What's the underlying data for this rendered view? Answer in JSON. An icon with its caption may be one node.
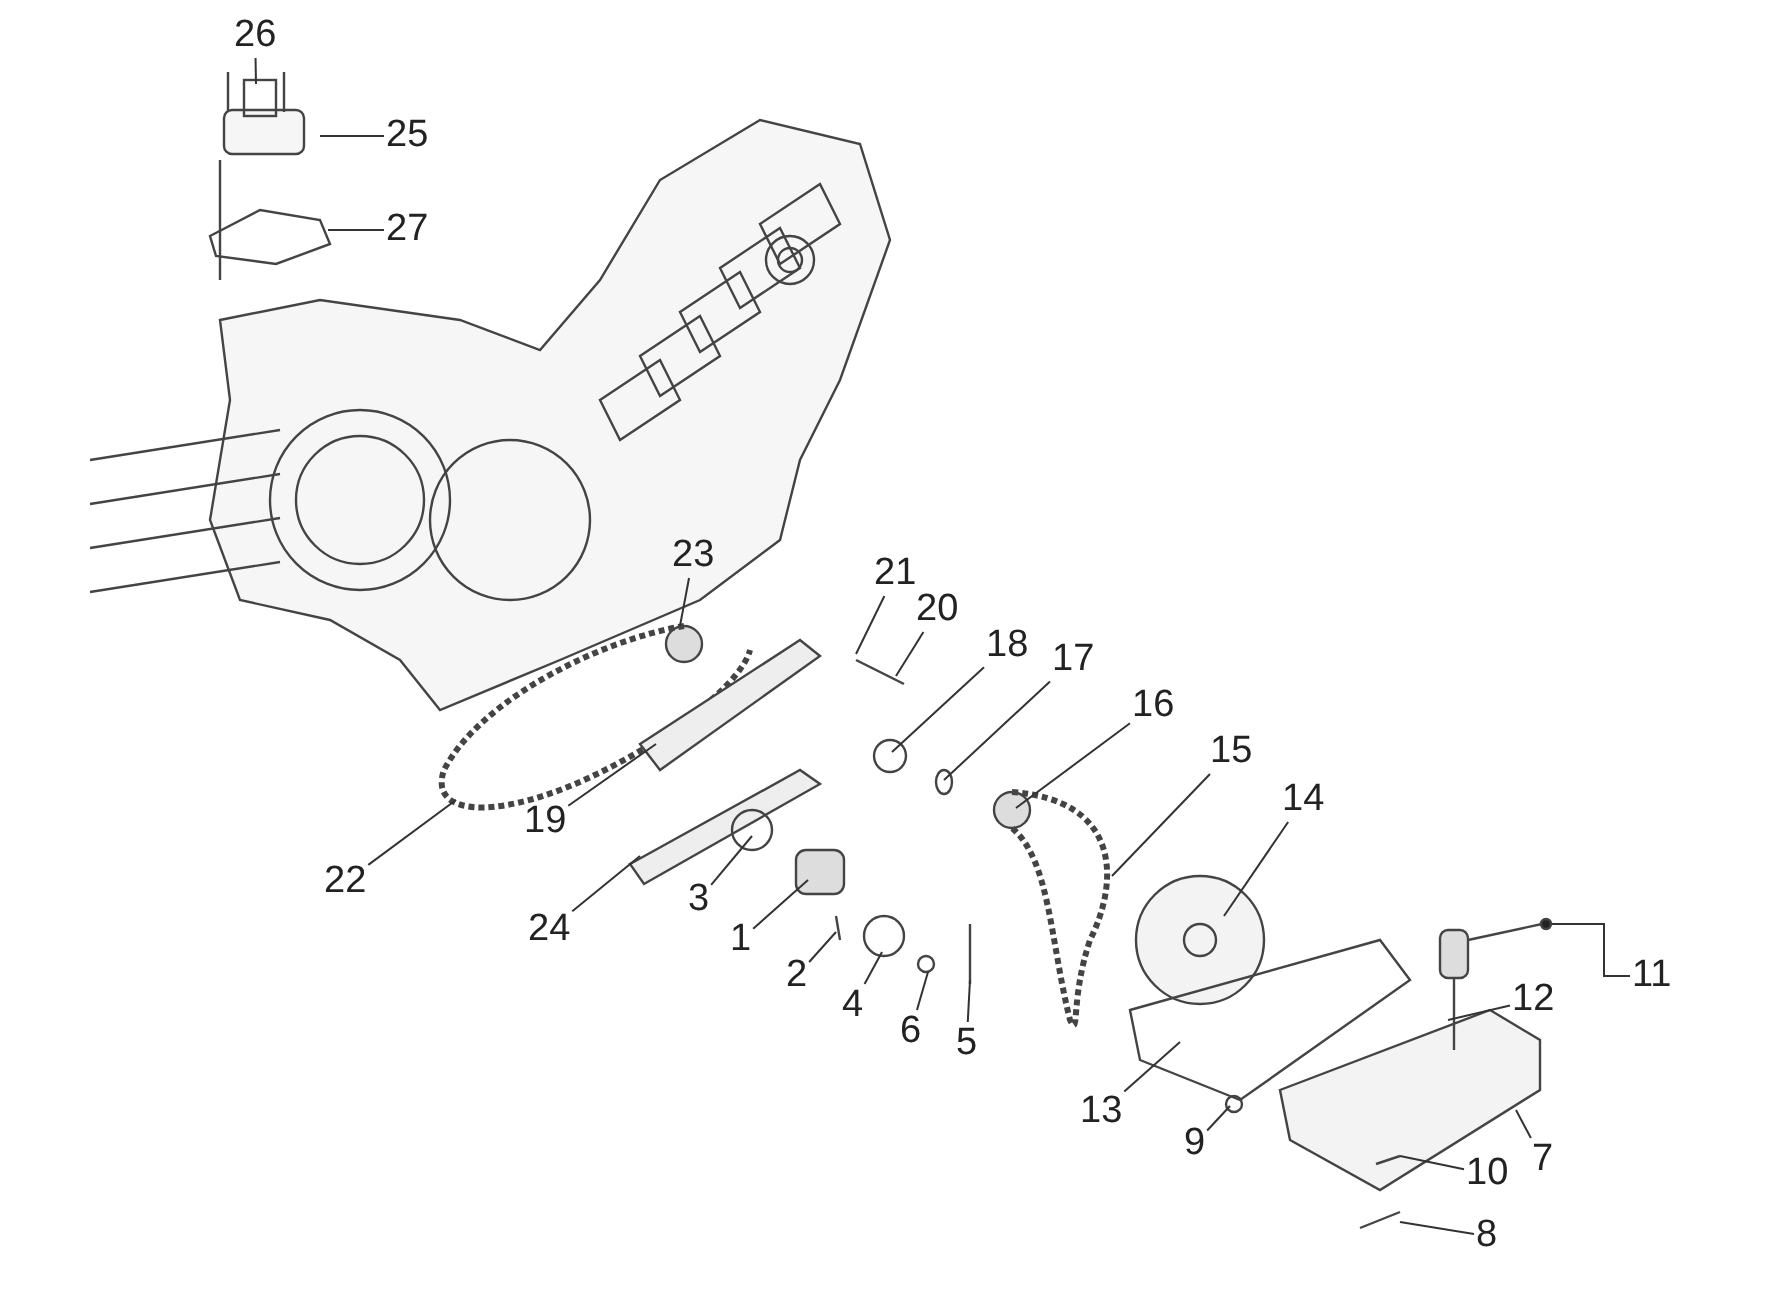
{
  "diagram": {
    "nodes": [
      {
        "text": [
          "26"
        ]
      },
      {
        "text": [
          "25"
        ]
      },
      {
        "text": [
          "27"
        ]
      },
      {
        "text": [
          "23"
        ]
      },
      {
        "text": [
          "21"
        ]
      },
      {
        "text": [
          "20"
        ]
      },
      {
        "text": [
          "18"
        ]
      },
      {
        "text": [
          "17"
        ]
      },
      {
        "text": [
          "16"
        ]
      },
      {
        "text": [
          "15"
        ]
      },
      {
        "text": [
          "14"
        ]
      },
      {
        "text": [
          "19"
        ]
      },
      {
        "text": [
          "22"
        ]
      },
      {
        "text": [
          "3"
        ]
      },
      {
        "text": [
          "24"
        ]
      },
      {
        "text": [
          "1"
        ]
      },
      {
        "text": [
          "2"
        ]
      },
      {
        "text": [
          "4"
        ]
      },
      {
        "text": [
          "6"
        ]
      },
      {
        "text": [
          "5"
        ]
      },
      {
        "text": [
          "11"
        ]
      },
      {
        "text": [
          "12"
        ]
      },
      {
        "text": [
          "13"
        ]
      },
      {
        "text": [
          "9"
        ]
      },
      {
        "text": [
          "10"
        ]
      },
      {
        "text": [
          "7"
        ]
      },
      {
        "text": [
          "8"
        ]
      }
    ],
    "edges": [
      {
        "from": 0,
        "to": null,
        "arrow": "none"
      },
      {
        "from": 1,
        "to": null,
        "arrow": "none"
      },
      {
        "from": 2,
        "to": null,
        "arrow": "none"
      },
      {
        "from": 3,
        "to": null,
        "arrow": "none"
      },
      {
        "from": 4,
        "to": null,
        "arrow": "none"
      },
      {
        "from": 5,
        "to": null,
        "arrow": "none"
      },
      {
        "from": 6,
        "to": null,
        "arrow": "none"
      },
      {
        "from": 7,
        "to": null,
        "arrow": "none"
      },
      {
        "from": 8,
        "to": null,
        "arrow": "none"
      },
      {
        "from": 9,
        "to": null,
        "arrow": "none"
      },
      {
        "from": 10,
        "to": null,
        "arrow": "none"
      },
      {
        "from": 11,
        "to": null,
        "arrow": "none"
      },
      {
        "from": 12,
        "to": null,
        "arrow": "none"
      },
      {
        "from": 13,
        "to": null,
        "arrow": "none"
      },
      {
        "from": 14,
        "to": null,
        "arrow": "none"
      },
      {
        "from": 15,
        "to": null,
        "arrow": "none"
      },
      {
        "from": 16,
        "to": null,
        "arrow": "none"
      },
      {
        "from": 17,
        "to": null,
        "arrow": "none"
      },
      {
        "from": 18,
        "to": null,
        "arrow": "none"
      },
      {
        "from": 19,
        "to": null,
        "arrow": "none"
      },
      {
        "from": 20,
        "to": null,
        "arrow": "none"
      },
      {
        "from": 21,
        "to": null,
        "arrow": "none"
      },
      {
        "from": 22,
        "to": null,
        "arrow": "none"
      },
      {
        "from": 23,
        "to": null,
        "arrow": "none"
      },
      {
        "from": 24,
        "to": null,
        "arrow": "none"
      },
      {
        "from": 25,
        "to": null,
        "arrow": "none"
      },
      {
        "from": 26,
        "to": null,
        "arrow": "none"
      }
    ]
  }
}
